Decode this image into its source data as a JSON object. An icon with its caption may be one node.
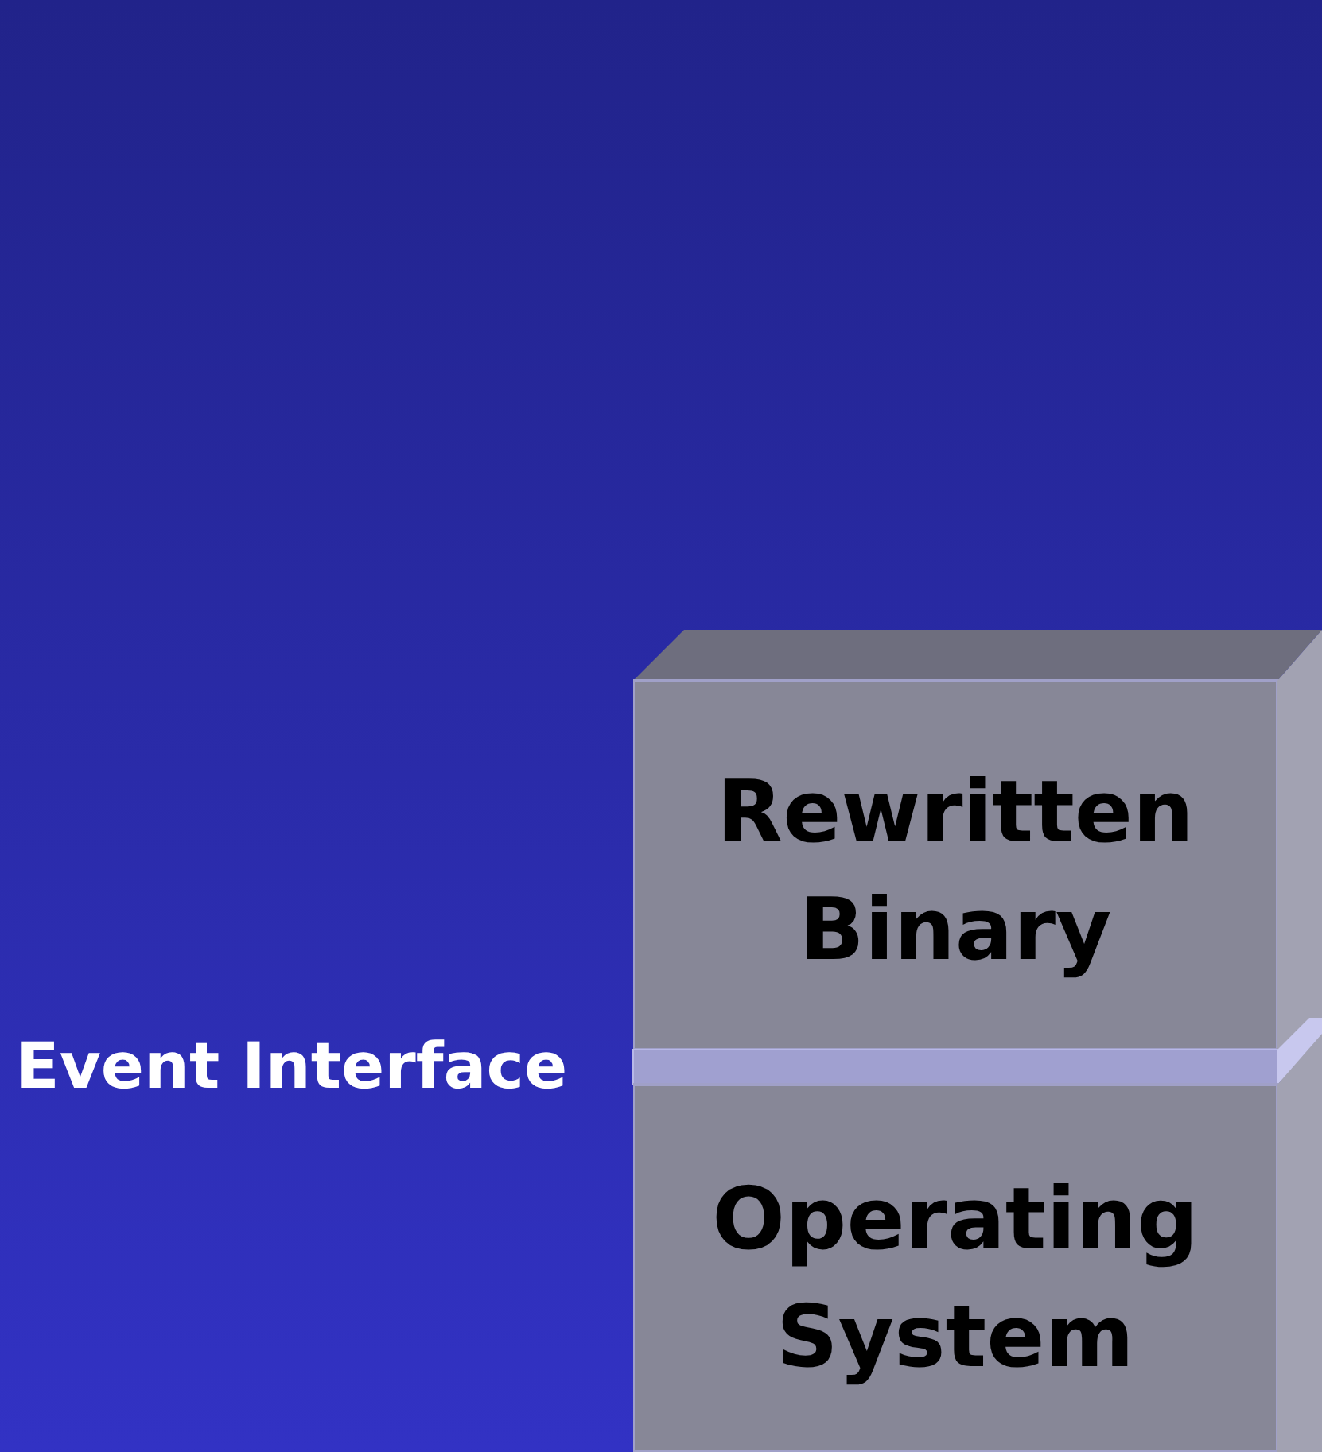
{
  "diagram": {
    "nodes": [
      {
        "text": [
          "Rewritten Binary"
        ]
      },
      {
        "text": [
          "Event Interface"
        ]
      },
      {
        "text": [
          "Operating System"
        ]
      }
    ]
  }
}
